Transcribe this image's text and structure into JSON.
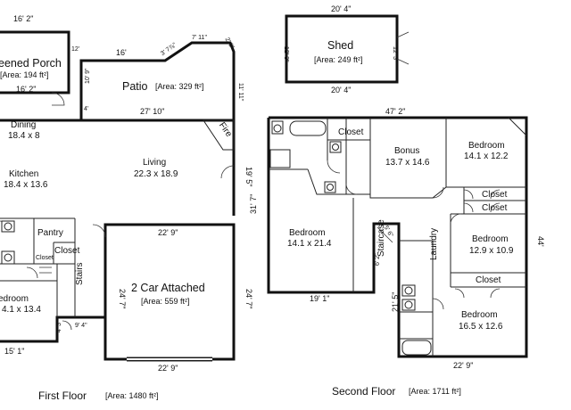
{
  "first_floor": {
    "label": "First Floor",
    "area": "[Area: 1480 ft²]",
    "screened_porch": {
      "name": "eened Porch",
      "area": "[Area: 194 ft²]",
      "top": "16' 2\"",
      "bottom": "16' 2\"",
      "side": "12'"
    },
    "patio": {
      "name": "Patio",
      "area": "[Area: 329 ft²]",
      "top": "16'",
      "angled": "3' 7⅞\"",
      "top2": "7' 11\"",
      "angled2": "2' 6\"",
      "bottom": "27' 10\"",
      "left": "10' 9\"",
      "right": "11' 11\"",
      "left_small": "4'"
    },
    "dining": {
      "name": "Dining",
      "size": "18.4 x 8"
    },
    "kitchen": {
      "name": "Kitchen",
      "size": "18.4 x 13.6"
    },
    "living": {
      "name": "Living",
      "size": "22.3 x 18.9",
      "right_dim": "19' 5\""
    },
    "fire": "Fire",
    "pantry": "Pantry",
    "closet": "Closet",
    "closet_small": "Closet",
    "stairs": "Stairs",
    "bedroom": {
      "name": "edroom",
      "size": "4.1 x 13.4"
    },
    "garage": {
      "name": "2 Car Attached",
      "area": "[Area: 559 ft²]",
      "top": "22' 9\"",
      "bottom": "22' 9\"",
      "left": "24' 7\"",
      "right": "24' 7\""
    },
    "dim_bottom_left": "15' 1\"",
    "dim_step": "9' 4\"",
    "dim_step_v": "4' 3\""
  },
  "shed": {
    "name": "Shed",
    "area": "[Area: 249 ft²]",
    "top": "20' 4\"",
    "bottom": "20' 4\"",
    "left": "12' 3\"",
    "right": "12' 3\""
  },
  "second_floor": {
    "label": "Second Floor",
    "area": "[Area: 1711 ft²]",
    "top_dim": "47' 2\"",
    "right_dim": "44'",
    "left_dim": "31' 7\"",
    "bottom_dim": "19' 1\"",
    "bottom_right_dim": "22' 9\"",
    "mid_dim": "21' 5\"",
    "small_dim": "6' 2\"",
    "small_dim2": "5' 6\"",
    "closet_top": "Closet",
    "bonus": {
      "name": "Bonus",
      "size": "13.7 x 14.6"
    },
    "bedroom1": {
      "name": "Bedroom",
      "size": "14.1 x 12.2"
    },
    "closet_a": "Closet",
    "closet_b": "Closet",
    "bedroom2": {
      "name": "Bedroom",
      "size": "12.9 x 10.9"
    },
    "closet_c": "Closet",
    "bedroom3": {
      "name": "Bedroom",
      "size": "16.5 x 12.6"
    },
    "bedroom4": {
      "name": "Bedroom",
      "size": "14.1 x 21.4"
    },
    "staircase": "Staircase",
    "laundry": "Laundry"
  }
}
